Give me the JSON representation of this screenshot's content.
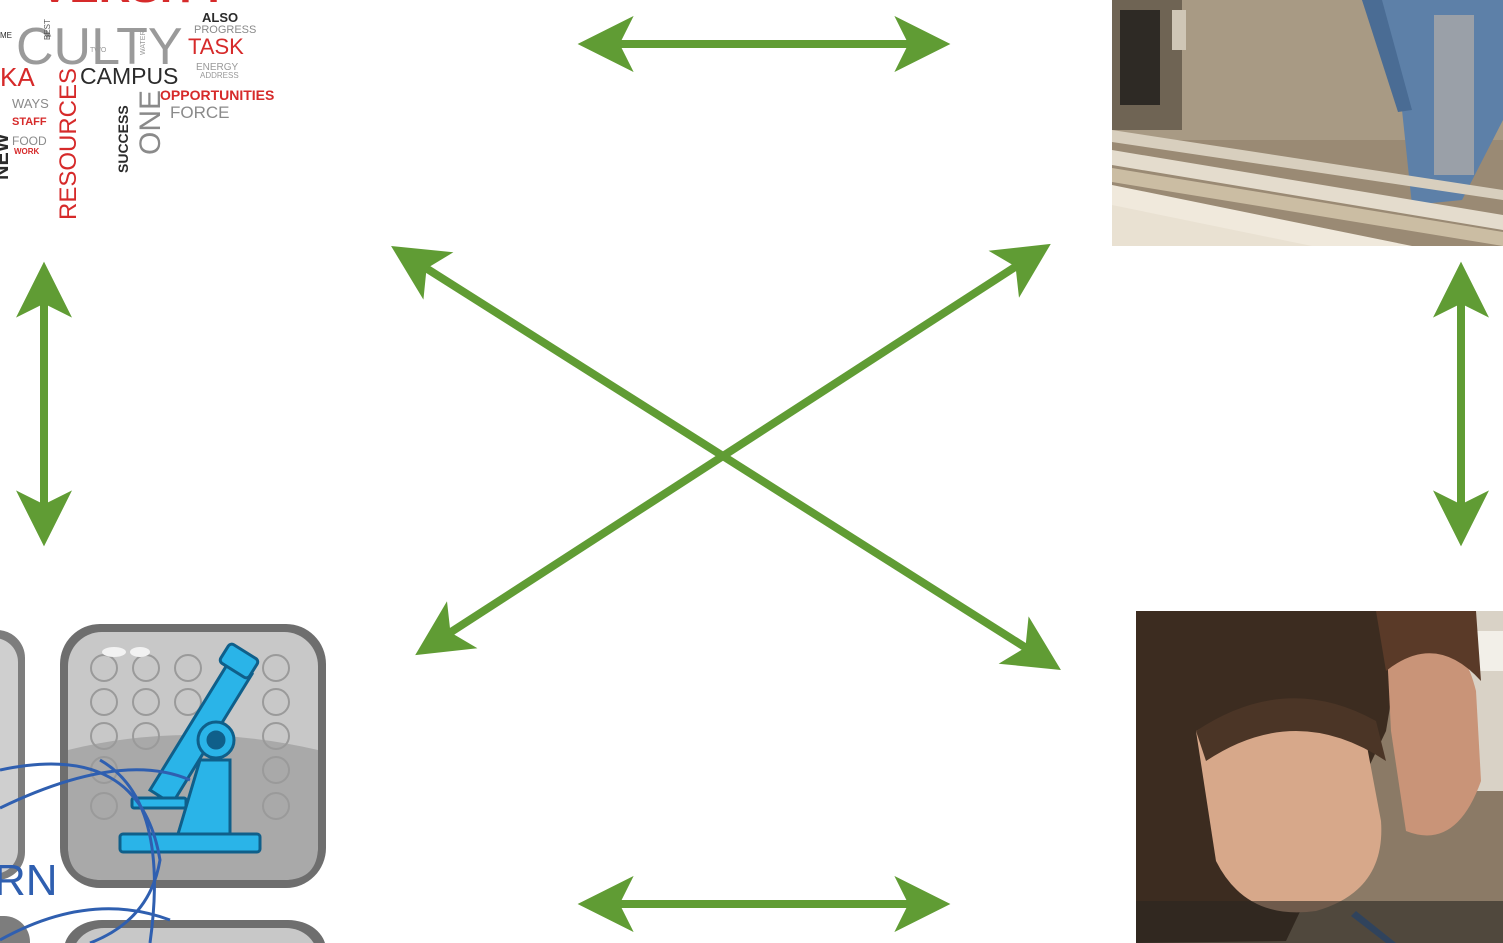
{
  "colors": {
    "arrow": "#609c34",
    "cloud_red": "#d62a2a",
    "cloud_dark": "#2b2b2b",
    "cloud_grey": "#8a8a8a",
    "cern_blue": "#2f5fb0",
    "microscope": "#2ab4e8"
  },
  "word_cloud": {
    "words": {
      "top_partial": "VERSITY",
      "culty": "CULTY",
      "also": "ALSO",
      "progress": "PROGRESS",
      "task": "TASK",
      "best": "BEST",
      "two": "TWO",
      "water": "WATER",
      "me": "ME",
      "ka": "KA",
      "campus": "CAMPUS",
      "energy": "ENERGY",
      "address": "ADDRESS",
      "opportunities": "OPPORTUNITIES",
      "force": "FORCE",
      "ways": "WAYS",
      "staff": "STAFF",
      "food": "FOOD",
      "work": "WORK",
      "resources": "RESOURCES",
      "success": "SUCCESS",
      "one": "ONE",
      "new": "NEW"
    }
  },
  "research_icons": {
    "cern_text": "RN"
  },
  "arrows": [
    {
      "name": "top-horizontal-arrow",
      "icon": "double-arrow-horizontal"
    },
    {
      "name": "bottom-horizontal-arrow",
      "icon": "double-arrow-horizontal"
    },
    {
      "name": "left-vertical-arrow",
      "icon": "double-arrow-vertical"
    },
    {
      "name": "right-vertical-arrow",
      "icon": "double-arrow-vertical"
    },
    {
      "name": "diagonal-arrow-nw-se",
      "icon": "double-arrow-diagonal"
    },
    {
      "name": "diagonal-arrow-ne-sw",
      "icon": "double-arrow-diagonal"
    }
  ]
}
